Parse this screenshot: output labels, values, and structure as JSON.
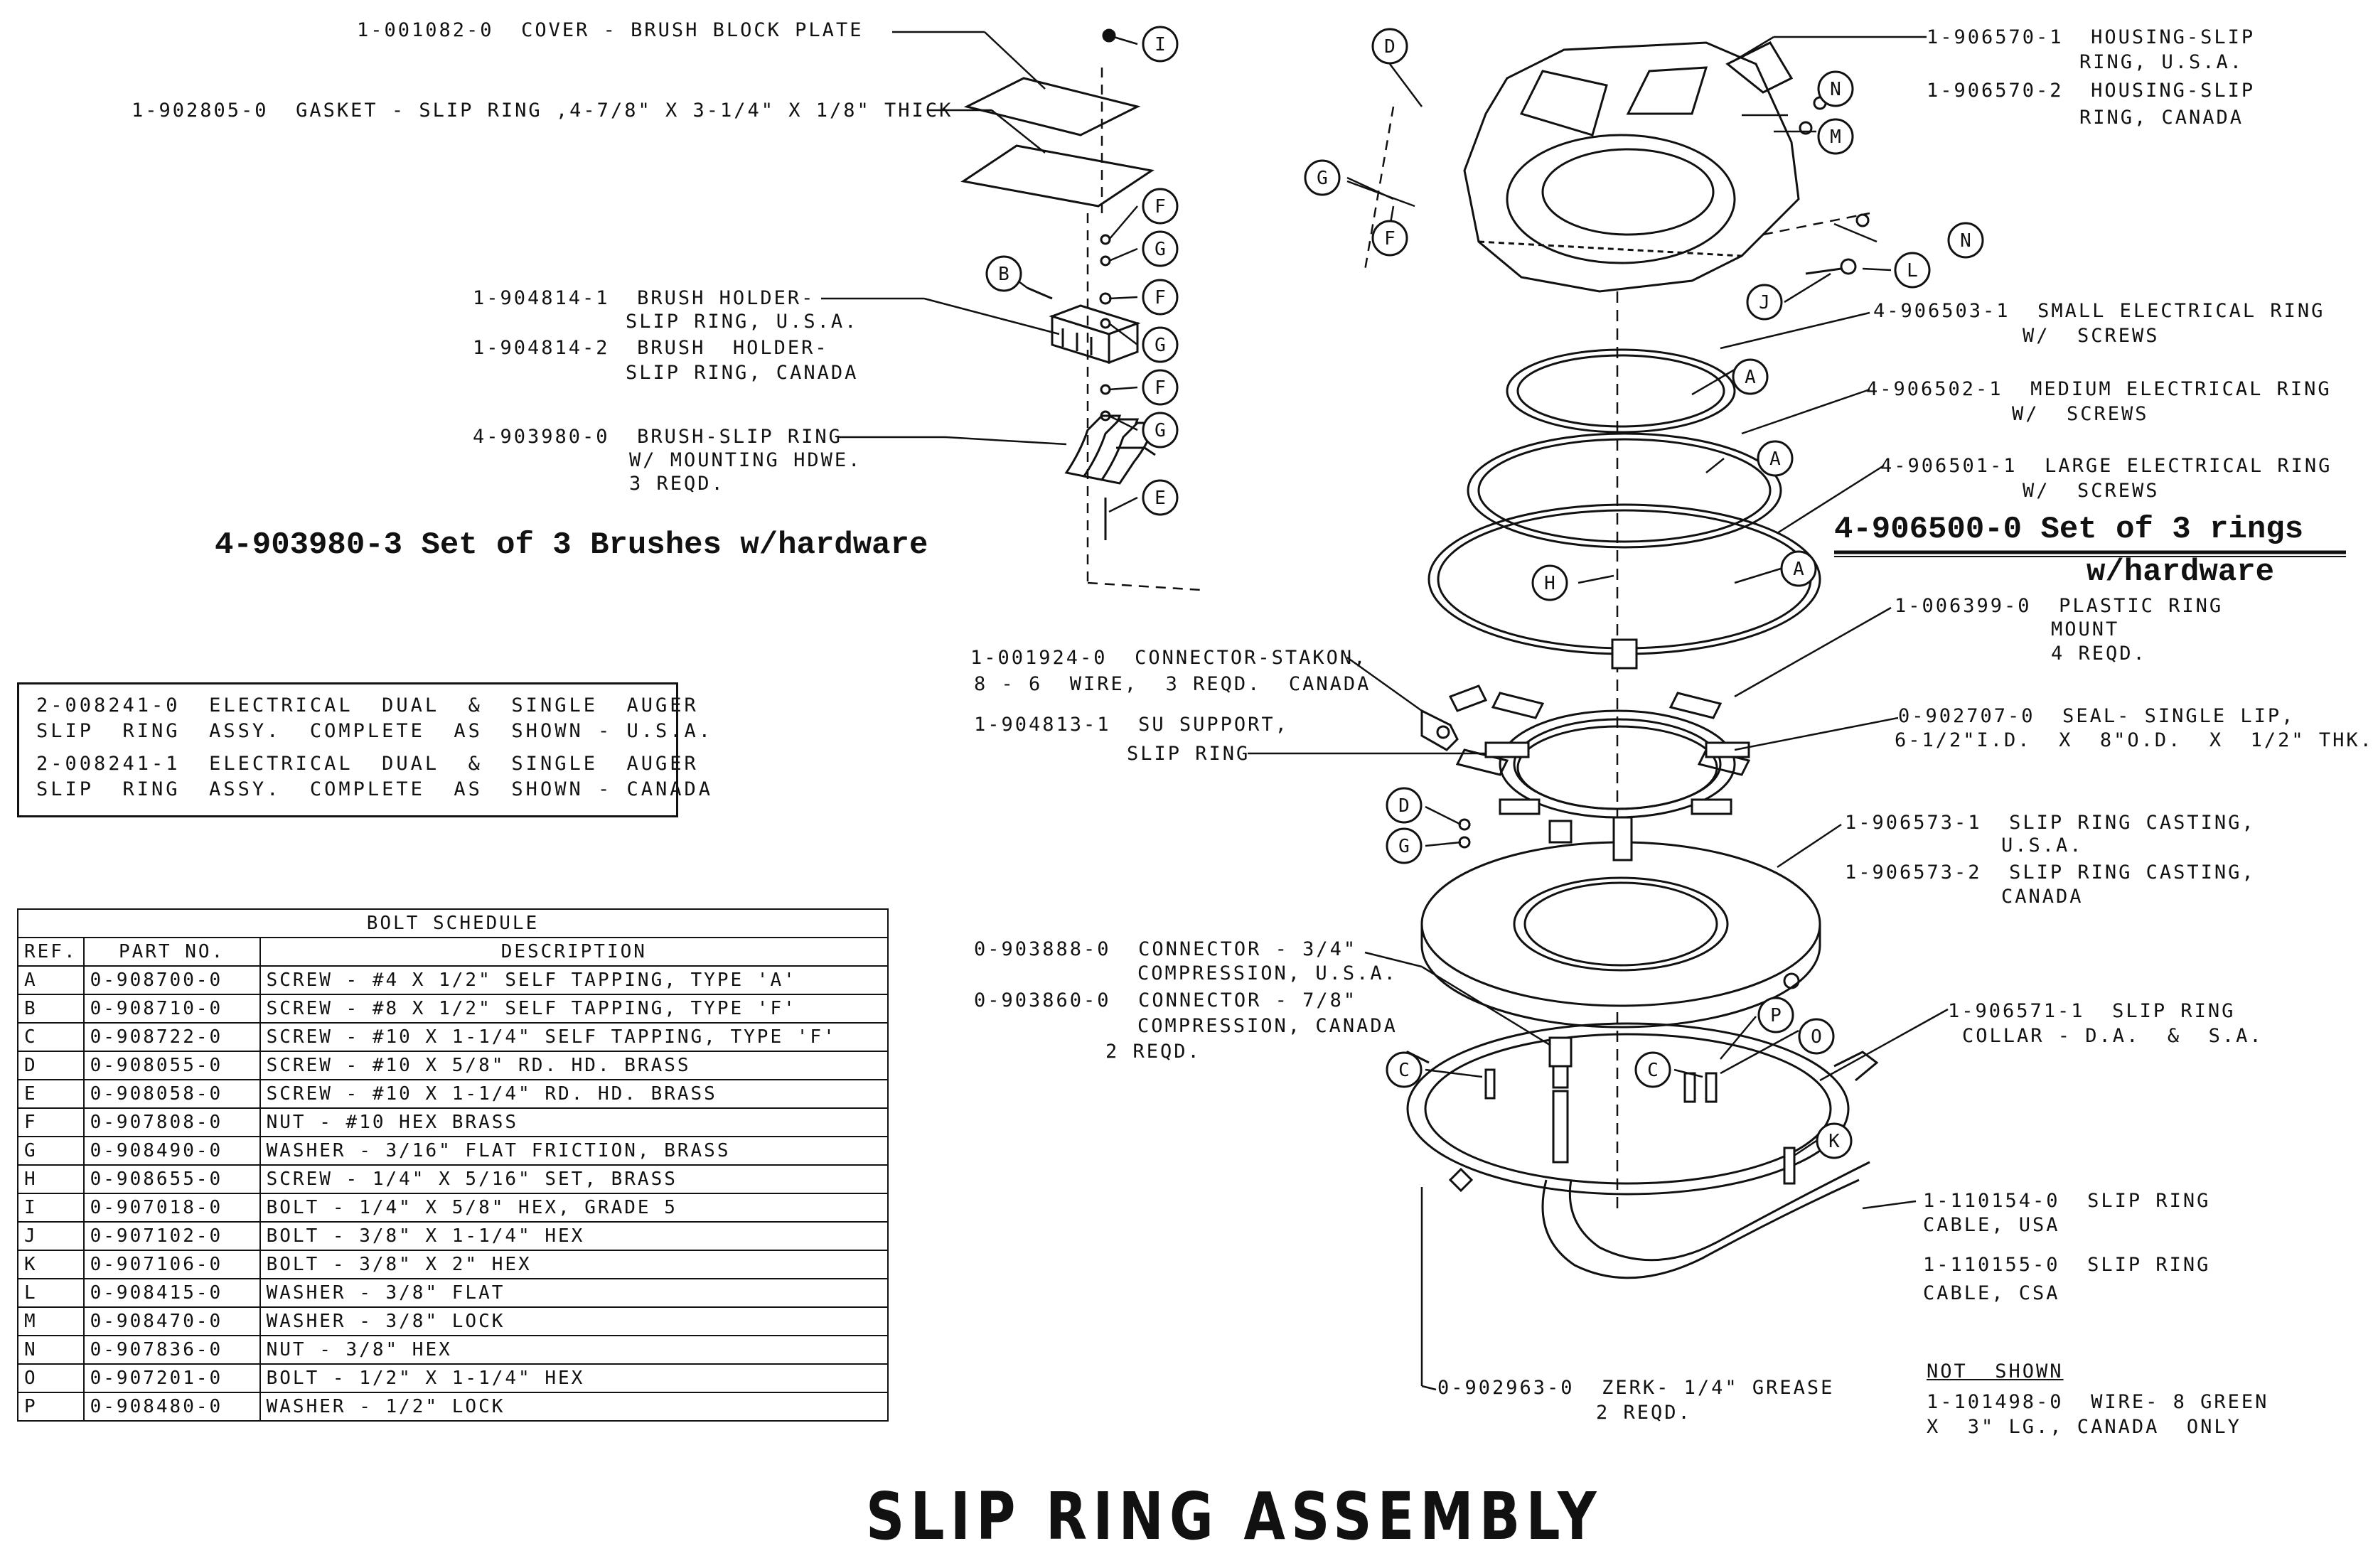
{
  "title": "SLIP RING ASSEMBLY",
  "labels": {
    "cover": "1-001082-0  COVER - BRUSH BLOCK PLATE",
    "gasket": "1-902805-0  GASKET - SLIP RING ,4-7/8\" X 3-1/4\" X 1/8\" THICK",
    "brush_holder_1": "1-904814-1  BRUSH HOLDER-",
    "brush_holder_1b": "SLIP RING, U.S.A.",
    "brush_holder_2": "1-904814-2  BRUSH  HOLDER-",
    "brush_holder_2b": "SLIP RING, CANADA",
    "brush_1": "4-903980-0  BRUSH-SLIP RING",
    "brush_2": "W/ MOUNTING HDWE.",
    "brush_3": "3 REQD.",
    "housing_1": "1-906570-1  HOUSING-SLIP",
    "housing_1b": "RING, U.S.A.",
    "housing_2": "1-906570-2  HOUSING-SLIP",
    "housing_2b": "RING, CANADA",
    "small_ring": "4-906503-1  SMALL ELECTRICAL RING",
    "small_ring_b": "W/  SCREWS",
    "medium_ring": "4-906502-1  MEDIUM ELECTRICAL RING",
    "medium_ring_b": "W/  SCREWS",
    "large_ring": "4-906501-1  LARGE ELECTRICAL RING",
    "large_ring_b": "W/  SCREWS",
    "plastic_mount": "1-006399-0  PLASTIC RING",
    "plastic_mount_b": "MOUNT",
    "plastic_mount_c": "4 REQD.",
    "stakon": "1-001924-0  CONNECTOR-STAKON,",
    "stakon_b": "8 - 6  WIRE,  3 REQD.  CANADA",
    "su_support": "1-904813-1  SU SUPPORT,",
    "su_support_b": "SLIP RING",
    "seal": "0-902707-0  SEAL- SINGLE LIP,",
    "seal_b": "6-1/2\"I.D.  X  8\"O.D.  X  1/2\" THK.",
    "casting_1": "1-906573-1  SLIP RING CASTING,",
    "casting_1b": "U.S.A.",
    "casting_2": "1-906573-2  SLIP RING CASTING,",
    "casting_2b": "CANADA",
    "connector_34": "0-903888-0  CONNECTOR - 3/4\"",
    "connector_34b": "COMPRESSION, U.S.A.",
    "connector_78": "0-903860-0  CONNECTOR - 7/8\"",
    "connector_78b": "COMPRESSION, CANADA",
    "connector_78c": "2 REQD.",
    "collar": "1-906571-1  SLIP RING",
    "collar_b": "COLLAR - D.A.  &  S.A.",
    "cable_usa": "1-110154-0  SLIP RING",
    "cable_usa_b": "CABLE, USA",
    "cable_csa": "1-110155-0  SLIP RING",
    "cable_csa_b": "CABLE, CSA",
    "zerk": "0-902963-0  ZERK- 1/4\" GREASE",
    "zerk_b": "2 REQD.",
    "not_shown": "NOT  SHOWN",
    "wire": "1-101498-0  WIRE- 8 GREEN",
    "wire_b": "X  3\" LG., CANADA  ONLY",
    "set_brushes": "4-903980-3 Set of 3 Brushes w/hardware",
    "set_rings": "4-906500-0 Set of 3 rings",
    "set_rings_b": "w/hardware"
  },
  "assembly_note": {
    "line1": "2-008241-0  ELECTRICAL  DUAL  &  SINGLE  AUGER",
    "line2": "SLIP  RING  ASSY.  COMPLETE  AS  SHOWN - U.S.A.",
    "line3": "2-008241-1  ELECTRICAL  DUAL  &  SINGLE  AUGER",
    "line4": "SLIP  RING  ASSY.  COMPLETE  AS  SHOWN - CANADA"
  },
  "bolt_schedule": {
    "title": "BOLT  SCHEDULE",
    "headers": [
      "REF.",
      "PART  NO.",
      "DESCRIPTION"
    ],
    "rows": [
      [
        "A",
        "0-908700-0",
        "SCREW - #4  X  1/2\" SELF TAPPING, TYPE  'A'"
      ],
      [
        "B",
        "0-908710-0",
        "SCREW - #8  X  1/2\" SELF TAPPING, TYPE  'F'"
      ],
      [
        "C",
        "0-908722-0",
        "SCREW - #10  X  1-1/4\" SELF TAPPING, TYPE  'F'"
      ],
      [
        "D",
        "0-908055-0",
        "SCREW - #10  X  5/8\" RD. HD.  BRASS"
      ],
      [
        "E",
        "0-908058-0",
        "SCREW - #10  X  1-1/4\" RD. HD.  BRASS"
      ],
      [
        "F",
        "0-907808-0",
        "NUT - #10  HEX  BRASS"
      ],
      [
        "G",
        "0-908490-0",
        "WASHER - 3/16\" FLAT  FRICTION, BRASS"
      ],
      [
        "H",
        "0-908655-0",
        "SCREW - 1/4\" X 5/16\" SET, BRASS"
      ],
      [
        "I",
        "0-907018-0",
        "BOLT - 1/4\" X 5/8\" HEX, GRADE  5"
      ],
      [
        "J",
        "0-907102-0",
        "BOLT - 3/8\" X 1-1/4\" HEX"
      ],
      [
        "K",
        "0-907106-0",
        "BOLT - 3/8\"  X  2\" HEX"
      ],
      [
        "L",
        "0-908415-0",
        "WASHER - 3/8\" FLAT"
      ],
      [
        "M",
        "0-908470-0",
        "WASHER - 3/8\" LOCK"
      ],
      [
        "N",
        "0-907836-0",
        "NUT - 3/8\" HEX"
      ],
      [
        "O",
        "0-907201-0",
        "BOLT - 1/2\"  X  1-1/4\" HEX"
      ],
      [
        "P",
        "0-908480-0",
        "WASHER - 1/2\" LOCK"
      ]
    ]
  },
  "callouts": {
    "I": "I",
    "B": "B",
    "F": "F",
    "G": "G",
    "E": "E",
    "D": "D",
    "N": "N",
    "M": "M",
    "J": "J",
    "L": "L",
    "A": "A",
    "H": "H",
    "C": "C",
    "P": "P",
    "O": "O",
    "K": "K"
  }
}
